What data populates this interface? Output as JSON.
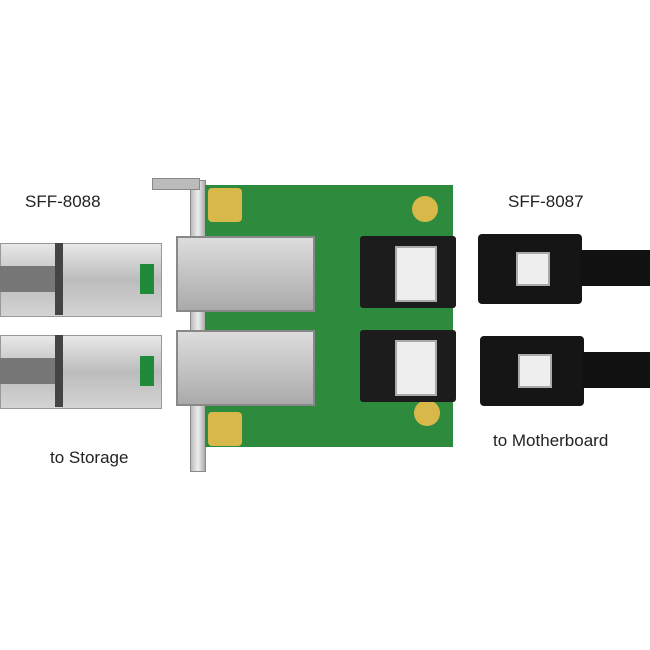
{
  "labels": {
    "left_connector": "SFF-8088",
    "right_connector": "SFF-8087",
    "left_caption": "to Storage",
    "right_caption": "to Motherboard"
  },
  "colors": {
    "pcb": "#2e8b3e",
    "metal": "#c8c8c8",
    "cable": "#151515"
  }
}
